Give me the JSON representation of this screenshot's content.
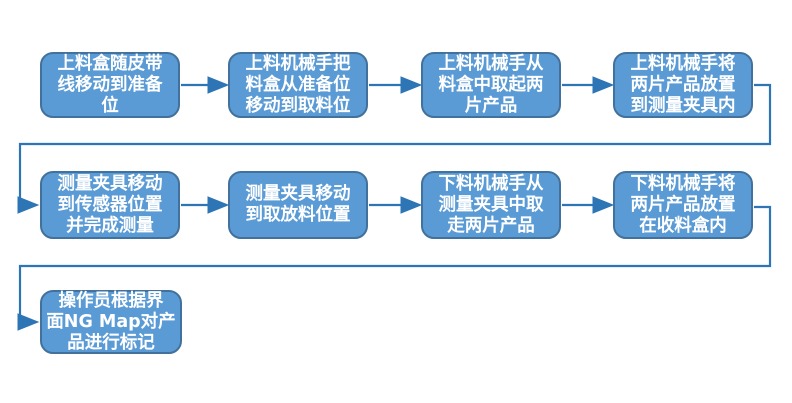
{
  "diagram": {
    "type": "flowchart",
    "colors": {
      "background": "#ffffff",
      "node_fill": "#5B9BD5",
      "node_border": "#41719C",
      "node_text": "#ffffff",
      "arrow": "#2E75B6"
    },
    "steps": [
      {
        "order": 1,
        "text": "上料盒随皮带线移动到准备位",
        "lines": [
          "上料盒随皮带",
          "线移动到准备",
          "位"
        ]
      },
      {
        "order": 2,
        "text": "上料机械手把料盒从准备位移动到取料位",
        "lines": [
          "上料机械手把",
          "料盒从准备位",
          "移动到取料位"
        ]
      },
      {
        "order": 3,
        "text": "上料机械手从料盒中取起两片产品",
        "lines": [
          "上料机械手从",
          "料盒中取起两",
          "片产品"
        ]
      },
      {
        "order": 4,
        "text": "上料机械手将两片产品放置到测量夹具内",
        "lines": [
          "上料机械手将",
          "两片产品放置",
          "到测量夹具内"
        ]
      },
      {
        "order": 5,
        "text": "测量夹具移动到传感器位置并完成测量",
        "lines": [
          "测量夹具移动",
          "到传感器位置",
          "并完成测量"
        ]
      },
      {
        "order": 6,
        "text": "测量夹具移动到取放料位置",
        "lines": [
          "测量夹具移动",
          "到取放料位置"
        ]
      },
      {
        "order": 7,
        "text": "下料机械手从测量夹具中取走两片产品",
        "lines": [
          "下料机械手从",
          "测量夹具中取",
          "走两片产品"
        ]
      },
      {
        "order": 8,
        "text": "下料机械手将两片产品放置在收料盒内",
        "lines": [
          "下料机械手将",
          "两片产品放置",
          "在收料盒内"
        ]
      },
      {
        "order": 9,
        "text": "操作员根据界面NG Map对产品进行标记",
        "lines": [
          "操作员根据界",
          "面NG Map对产",
          "品进行标记"
        ]
      }
    ]
  }
}
